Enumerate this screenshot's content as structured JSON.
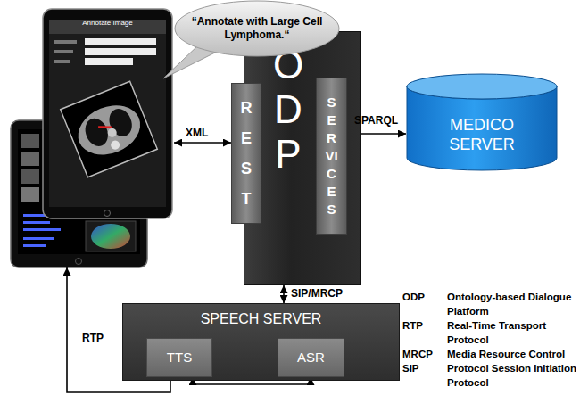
{
  "diagram": {
    "nodes": [
      {
        "text": [
          "Annotate Image"
        ]
      },
      {
        "text": [
          "“Annotate with Large Cell Lymphoma.“"
        ]
      },
      {
        "text": [
          "ODP"
        ]
      },
      {
        "text": [
          "REST"
        ],
        "in": 2
      },
      {
        "text": [
          "SERVICES"
        ],
        "in": 2
      },
      {
        "text": [
          "MEDICO SERVER"
        ]
      },
      {
        "text": [
          "SPEECH SERVER"
        ]
      },
      {
        "text": [
          "TTS"
        ],
        "in": 6
      },
      {
        "text": [
          "ASR"
        ],
        "in": 6
      }
    ],
    "edges": [
      {
        "from": 3,
        "to": 0,
        "arrow": "both",
        "label": "XML"
      },
      {
        "from": 4,
        "to": 5,
        "arrow": "both",
        "label": "SPARQL"
      },
      {
        "from": 2,
        "to": 6,
        "arrow": "both",
        "label": "SIP/MRCP"
      },
      {
        "from": 7,
        "to": 0,
        "arrow": "to",
        "label": "RTP"
      },
      {
        "from": 7,
        "to": 8,
        "arrow": "both"
      }
    ],
    "labels": [
      "ODP",
      "Ontology-based Dialogue Platform",
      "RTP",
      "Real-Time Transport Protocol",
      "MRCP",
      "Media Resource Control",
      "SIP",
      "Protocol Session Initiation Protocol"
    ]
  }
}
